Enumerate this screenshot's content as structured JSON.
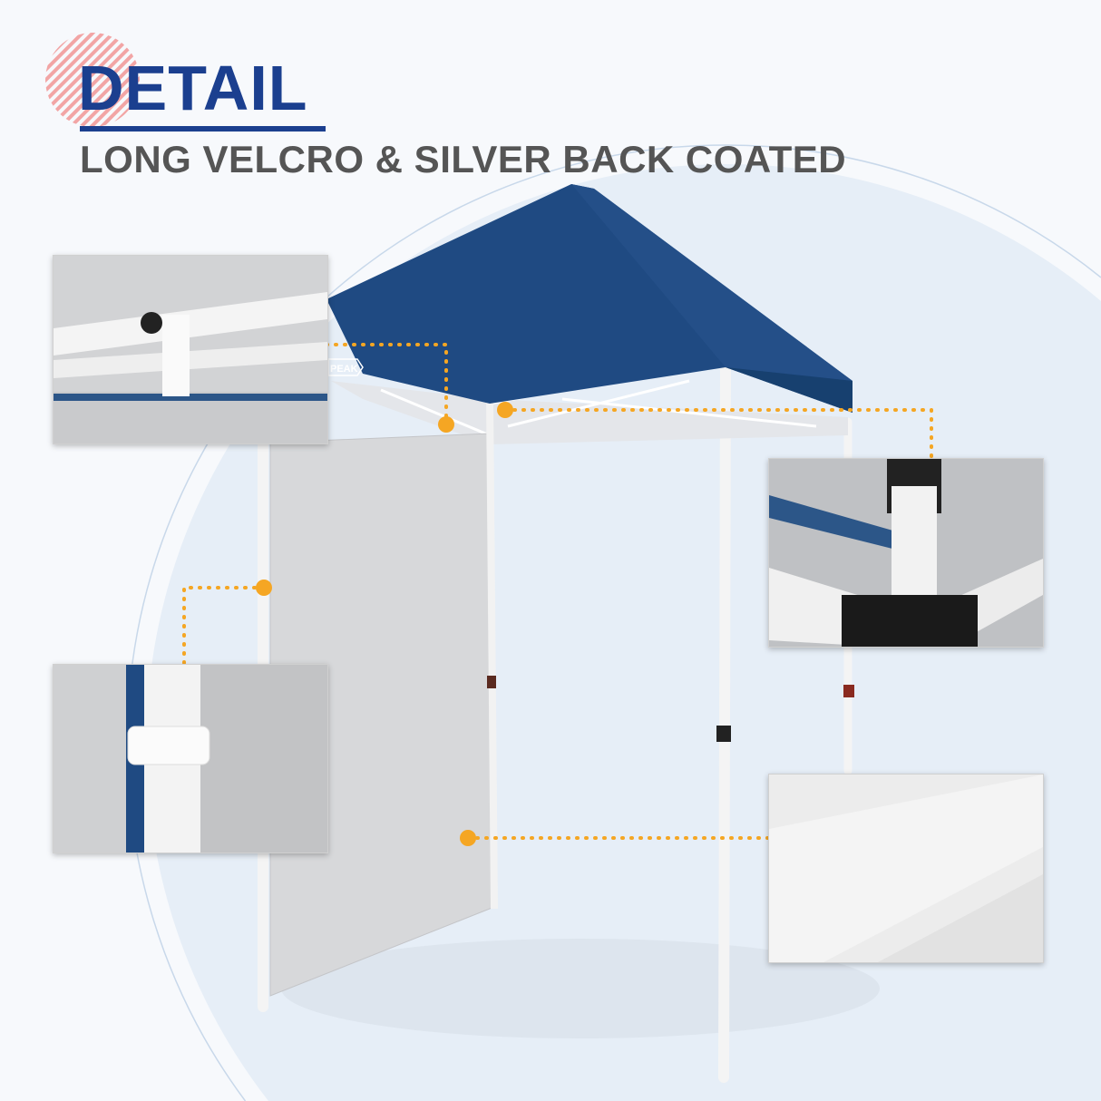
{
  "header": {
    "title": "DETAIL",
    "subtitle": "LONG VELCRO & SILVER BACK COATED"
  },
  "product": {
    "logo_text": "PEAK",
    "canopy_color": "#1f4a82",
    "accent_color": "#f5a623",
    "title_color": "#1b3f8f"
  },
  "insets": [
    {
      "name": "velcro-on-truss-detail"
    },
    {
      "name": "velcro-on-leg-detail"
    },
    {
      "name": "corner-bracket-detail"
    },
    {
      "name": "silver-back-coated-fabric-detail"
    }
  ]
}
